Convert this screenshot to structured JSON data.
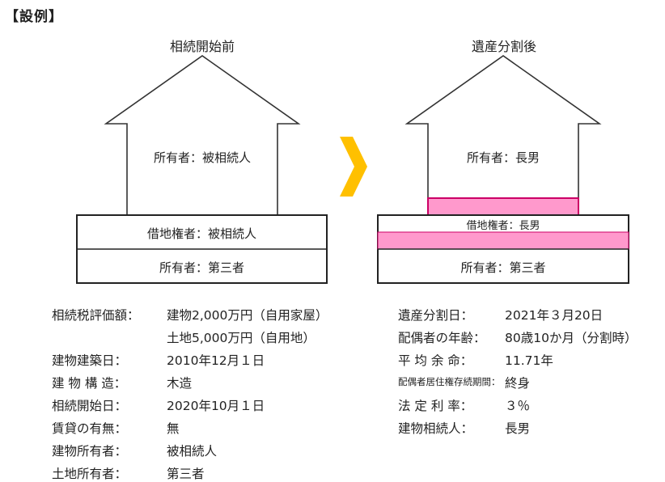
{
  "heading": "【設例】",
  "before": {
    "title": "相続開始前",
    "house_owner": "所有者：被相続人",
    "leasehold_holder": "借地権者：被相続人",
    "land_owner": "所有者：第三者"
  },
  "after": {
    "title": "遺産分割後",
    "house_owner": "所有者：長男",
    "leasehold_holder": "借地権者：長男",
    "land_owner": "所有者：第三者"
  },
  "colors": {
    "arrow": "#FFC000",
    "highlight_fill": "#FF99CC",
    "highlight_stroke": "#CC0066"
  },
  "left_details": [
    {
      "label": "相続税評価額：",
      "value": "建物2,000万円（自用家屋）"
    },
    {
      "label": "",
      "value": "土地5,000万円（自用地）"
    },
    {
      "label": "建物建築日：",
      "value": "2010年12月１日"
    },
    {
      "label": "建 物 構 造：",
      "value": "木造"
    },
    {
      "label": "相続開始日：",
      "value": "2020年10月１日"
    },
    {
      "label": "賃貸の有無：",
      "value": "無"
    },
    {
      "label": "建物所有者：",
      "value": "被相続人"
    },
    {
      "label": "土地所有者：",
      "value": "第三者"
    }
  ],
  "right_details": [
    {
      "label": "遺産分割日：",
      "value": "2021年３月20日"
    },
    {
      "label": "配偶者の年齢：",
      "value": "80歳10か月（分割時）"
    },
    {
      "label": "平 均 余 命：",
      "value": "11.71年"
    },
    {
      "label": "配偶者居住権存続期間：",
      "value": "終身"
    },
    {
      "label": "法 定 利 率：",
      "value": "３％"
    },
    {
      "label": "建物相続人：",
      "value": "長男"
    }
  ]
}
